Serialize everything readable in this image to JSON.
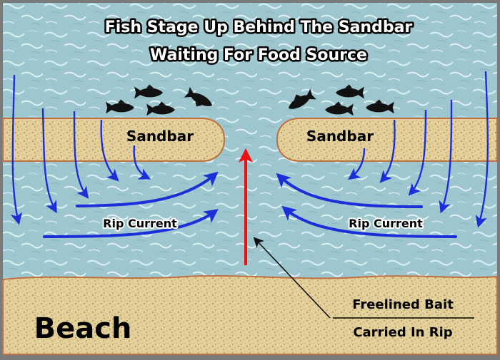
{
  "title": {
    "line1": "Fish Stage Up Behind The Sandbar",
    "line2": "Waiting For Food Source"
  },
  "labels": {
    "sandbar_left": "Sandbar",
    "sandbar_right": "Sandbar",
    "rip_left": "Rip Current",
    "rip_right": "Rip Current",
    "beach": "Beach",
    "bait_line1": "Freelined Bait",
    "bait_line2": "Carried In Rip"
  },
  "colors": {
    "water": "#9ec6cf",
    "water_light": "#d4ecee",
    "sand": "#e2cf9a",
    "sand_edge": "#c0703e",
    "current_arrow": "#1b2fd8",
    "rip_arrow": "#ee1010",
    "fish": "#111111",
    "frame": "#7a7a7a"
  }
}
